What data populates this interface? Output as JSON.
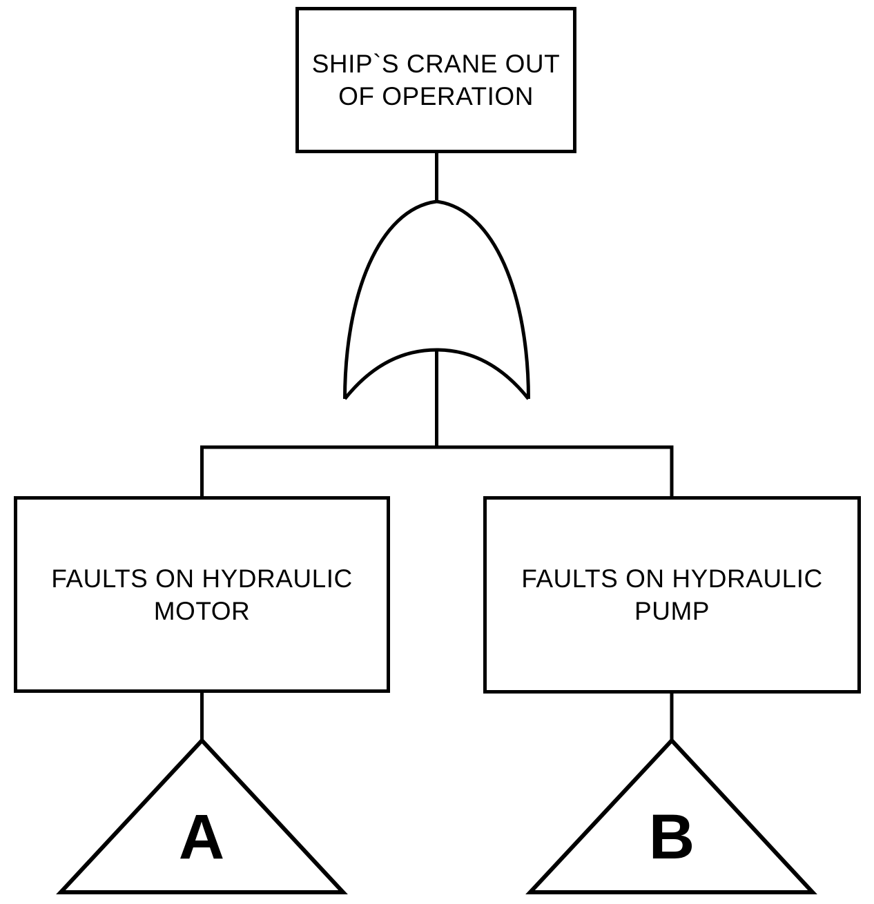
{
  "page": {
    "background": "#ffffff",
    "line_color": "#000000"
  },
  "fault_tree": {
    "top_event": {
      "line1": "SHIP`S CRANE OUT",
      "line2": "OF OPERATION"
    },
    "gate": {
      "icon": "or-gate"
    },
    "branches": [
      {
        "event": {
          "line1": "FAULTS ON HYDRAULIC",
          "line2": "MOTOR"
        },
        "transfer": "A"
      },
      {
        "event": {
          "line1": "FAULTS ON HYDRAULIC",
          "line2": "PUMP"
        },
        "transfer": "B"
      }
    ]
  }
}
